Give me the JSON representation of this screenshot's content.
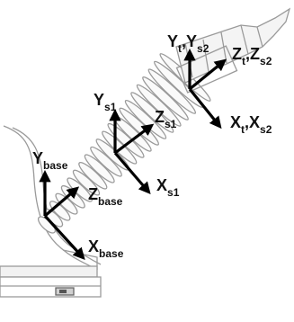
{
  "frames": [
    {
      "id": "base",
      "y_label": "Y",
      "y_sub": "base",
      "z_label": "Z",
      "z_sub": "base",
      "x_label": "X",
      "x_sub": "base"
    },
    {
      "id": "s1",
      "y_label": "Y",
      "y_sub": "s1",
      "z_label": "Z",
      "z_sub": "s1",
      "x_label": "X",
      "x_sub": "s1"
    },
    {
      "id": "tool-s2",
      "y_label_a": "Y",
      "y_sub_a": "t",
      "sep_y": ",",
      "y_label_b": "Y",
      "y_sub_b": "s2",
      "z_label_a": "Z",
      "z_sub_a": "t",
      "sep_z": ",",
      "z_label_b": "Z",
      "z_sub_b": "s2",
      "x_label_a": "X",
      "x_sub_a": "t",
      "sep_x": ",",
      "x_label_b": "X",
      "x_sub_b": "s2"
    }
  ],
  "colors": {
    "axis": "#000000",
    "robot_outline": "#9a9a9a",
    "robot_fill": "#f2f2f2"
  }
}
